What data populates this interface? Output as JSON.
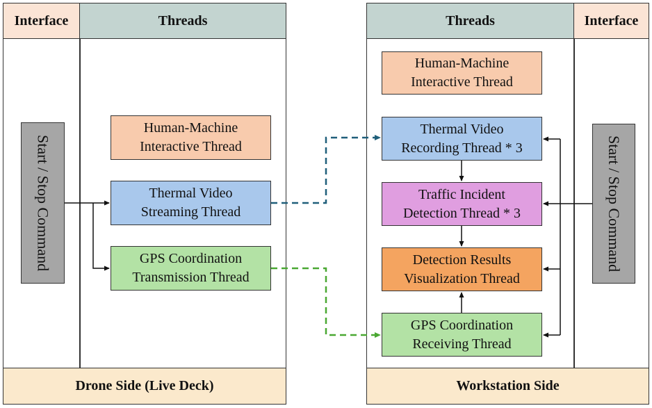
{
  "drone": {
    "interface_header": "Interface",
    "threads_header": "Threads",
    "footer": "Drone Side (Live Deck)",
    "command": "Start / Stop Command",
    "threads": {
      "hmi": [
        "Human-Machine",
        "Interactive Thread"
      ],
      "streaming": [
        "Thermal Video",
        "Streaming Thread"
      ],
      "gps": [
        "GPS Coordination",
        "Transmission Thread"
      ]
    }
  },
  "workstation": {
    "threads_header": "Threads",
    "interface_header": "Interface",
    "footer": "Workstation Side",
    "command": "Start / Stop Command",
    "threads": {
      "hmi": [
        "Human-Machine",
        "Interactive Thread"
      ],
      "recording": [
        "Thermal Video",
        "Recording Thread * 3"
      ],
      "detection": [
        "Traffic Incident",
        "Detection Thread * 3"
      ],
      "visualization": [
        "Detection Results",
        "Visualization Thread"
      ],
      "gps": [
        "GPS Coordination",
        "Receiving Thread"
      ]
    }
  },
  "colors": {
    "hmi": "#f8cbad",
    "thermal": "#a9c8ec",
    "gps": "#b3e2a5",
    "detection": "#e09ee0",
    "visualization": "#f4a460",
    "command": "#a6a6a6",
    "link_video": "#1f5f7a",
    "link_gps": "#4aa832"
  }
}
